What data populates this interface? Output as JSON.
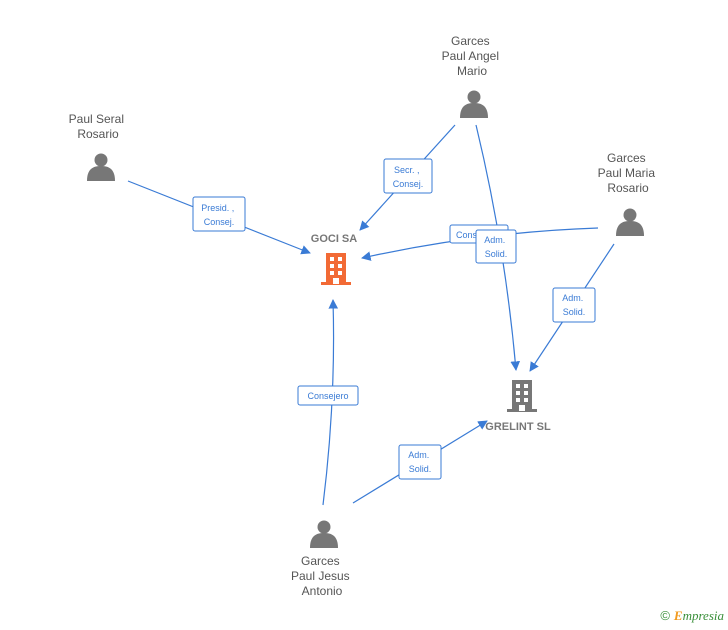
{
  "persons": {
    "seral": {
      "lines": [
        "Paul Seral",
        "Rosario"
      ]
    },
    "angel": {
      "lines": [
        "Garces",
        "Paul Angel",
        "Mario"
      ]
    },
    "maria": {
      "lines": [
        "Garces",
        "Paul Maria",
        "Rosario"
      ]
    },
    "jesus": {
      "lines": [
        "Garces",
        "Paul Jesus",
        "Antonio"
      ]
    }
  },
  "companies": {
    "goci": {
      "label": "GOCI SA",
      "color": "#f26a35"
    },
    "grelint": {
      "label": "GRELINT SL",
      "color": "#777777"
    }
  },
  "relations": {
    "seral_goci": [
      "Presid. ,",
      "Consej."
    ],
    "angel_goci": [
      "Secr. ,",
      "Consej."
    ],
    "maria_goci": [
      "Consej."
    ],
    "angel_grelint": [
      "Adm.",
      "Solid."
    ],
    "maria_grelint": [
      "Adm.",
      "Solid."
    ],
    "jesus_goci": [
      "Consejero"
    ],
    "jesus_grelint": [
      "Adm.",
      "Solid."
    ]
  },
  "colors": {
    "edge": "#3a7bd5",
    "person_icon": "#777777"
  },
  "brand": {
    "copyright": "©",
    "name_initial": "E",
    "name_rest": "mpresia"
  }
}
